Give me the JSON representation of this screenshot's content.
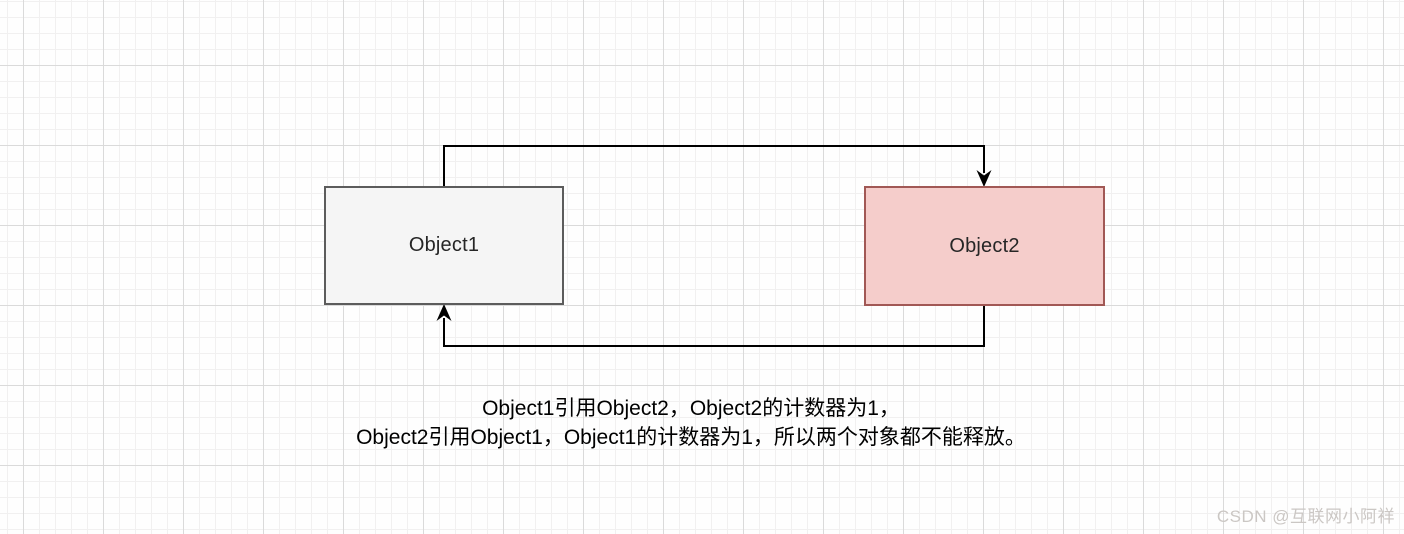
{
  "diagram": {
    "nodes": {
      "object1": {
        "label": "Object1",
        "fill": "#f5f5f5",
        "stroke": "#5c5c5c"
      },
      "object2": {
        "label": "Object2",
        "fill": "#f5cdcb",
        "stroke": "#a15855"
      }
    },
    "arrows": {
      "object1_to_object2": {
        "from": "Object1",
        "to": "Object2",
        "color": "#000000"
      },
      "object2_to_object1": {
        "from": "Object2",
        "to": "Object1",
        "color": "#000000"
      }
    },
    "caption": {
      "line1": "Object1引用Object2，Object2的计数器为1，",
      "line2": "Object2引用Object1，Object1的计数器为1，所以两个对象都不能释放。"
    }
  },
  "watermark": {
    "text": "CSDN @互联网小阿祥"
  }
}
